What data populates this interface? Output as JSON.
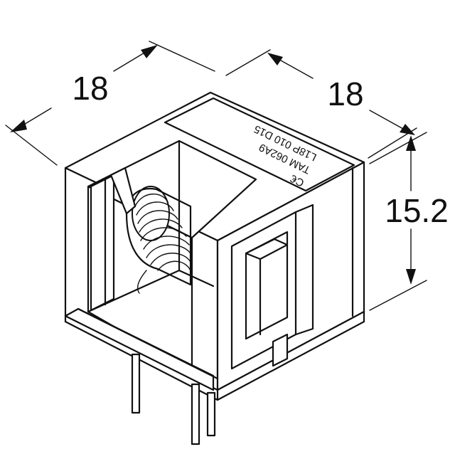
{
  "dimensions": {
    "width_left": "18",
    "width_right": "18",
    "height": "15.2"
  },
  "label": {
    "ce_mark": "C€",
    "line1": "TAM 062A9",
    "line2": "L18P 010 D15"
  }
}
